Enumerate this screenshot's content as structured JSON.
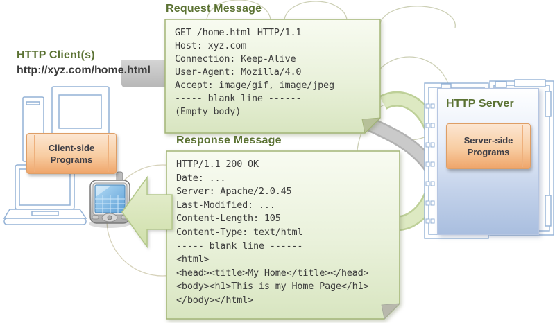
{
  "diagram": {
    "client": {
      "title": "HTTP Client(s)",
      "url": "http://xyz.com/home.html",
      "programs_label": "Client-side Programs"
    },
    "server": {
      "title": "HTTP Server",
      "programs_label": "Server-side Programs"
    },
    "request": {
      "title": "Request Message",
      "lines": [
        "GET /home.html HTTP/1.1",
        "Host: xyz.com",
        "Connection: Keep-Alive",
        "User-Agent: Mozilla/4.0",
        "Accept: image/gif, image/jpeg",
        "----- blank line ------",
        "(Empty body)"
      ]
    },
    "response": {
      "title": "Response Message",
      "lines": [
        "HTTP/1.1 200 OK",
        "Date: ...",
        "Server: Apache/2.0.45",
        "Last-Modified: ...",
        "Content-Length: 105",
        "Content-Type: text/html",
        "----- blank line ------",
        "<html>",
        "<head><title>My Home</title></head>",
        "<body><h1>This is my Home Page</h1>",
        "</body></html>"
      ]
    },
    "colors": {
      "title_green": "#5b7233",
      "note_border": "#a3b577",
      "note_fill_top": "#f8fbf1",
      "note_fill_bottom": "#d8e5c0",
      "code_text": "#3c3c3c",
      "orange_fill_top": "#fce6d2",
      "orange_fill_bottom": "#efa56a",
      "orange_border": "#de9e66",
      "device_outline": "#94b2d6",
      "green_arrow_fill": "#dce8c0",
      "green_arrow_border": "#b3c78a",
      "gray_ribbon": "#c9c9c9",
      "server_panel_bottom": "#a9bedf"
    }
  }
}
